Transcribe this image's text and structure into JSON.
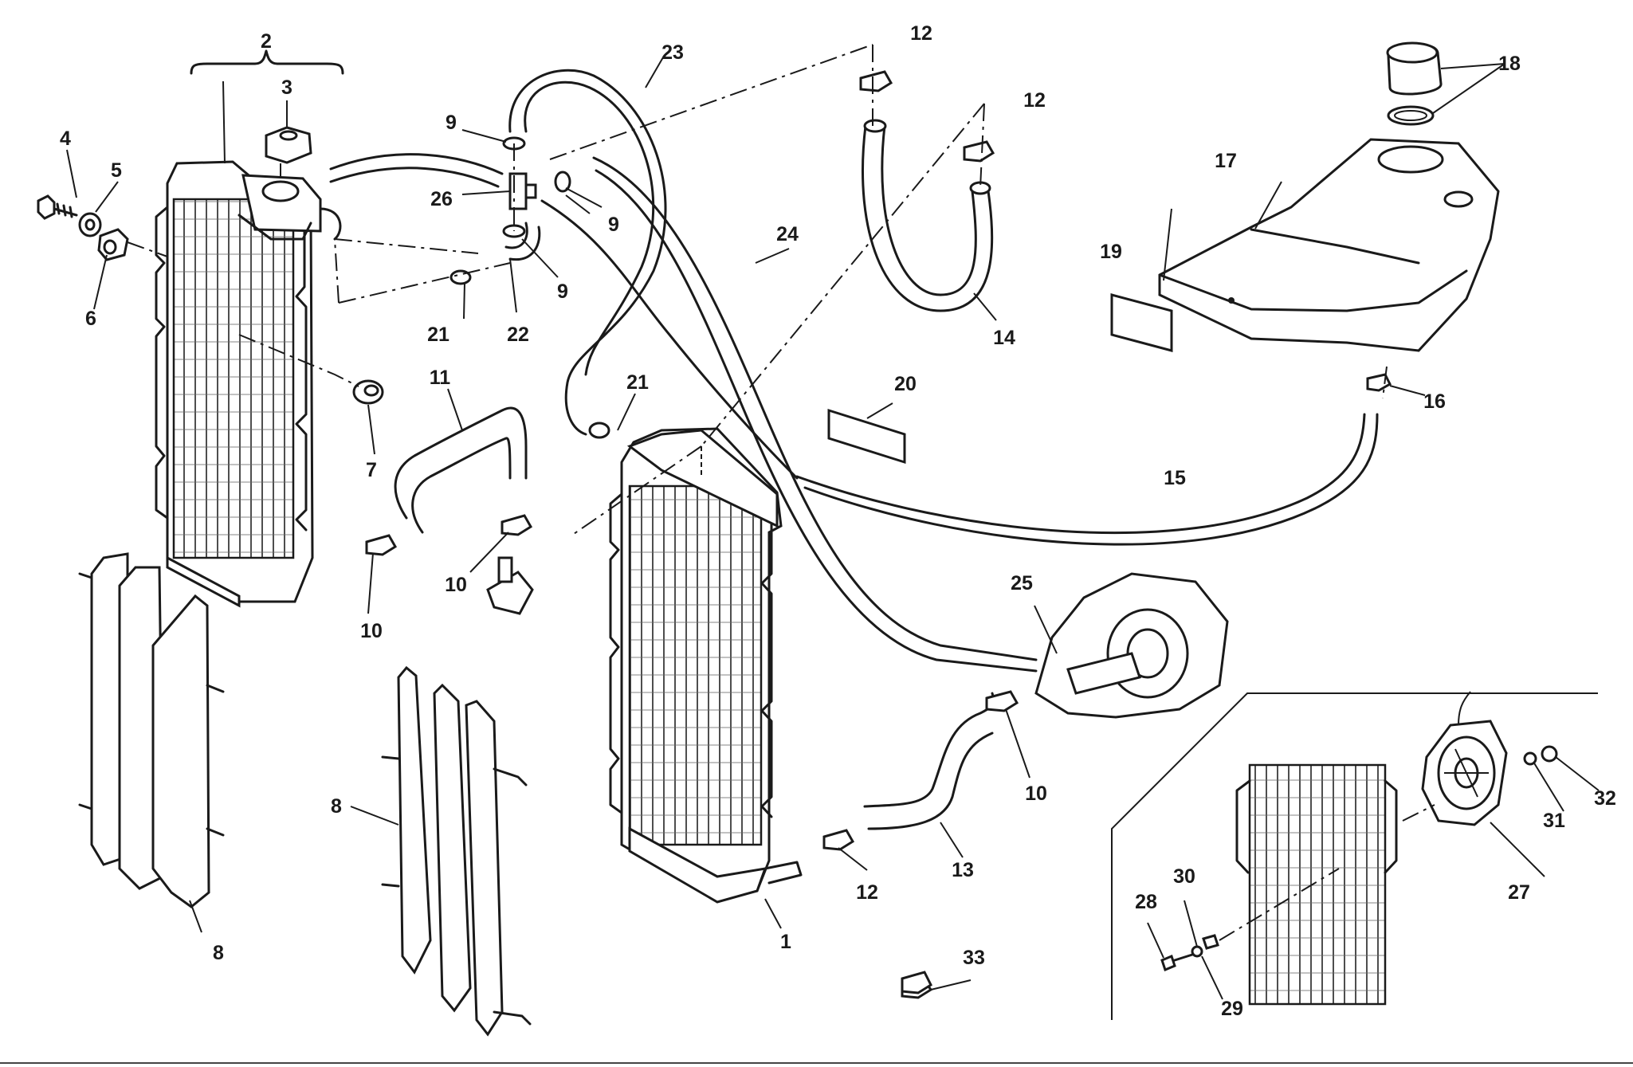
{
  "callouts": [
    {
      "id": "c1",
      "number": "1"
    },
    {
      "id": "c2",
      "number": "2"
    },
    {
      "id": "c3",
      "number": "3"
    },
    {
      "id": "c4",
      "number": "4"
    },
    {
      "id": "c5",
      "number": "5"
    },
    {
      "id": "c6",
      "number": "6"
    },
    {
      "id": "c7",
      "number": "7"
    },
    {
      "id": "c8a",
      "number": "8"
    },
    {
      "id": "c8b",
      "number": "8"
    },
    {
      "id": "c9a",
      "number": "9"
    },
    {
      "id": "c9b",
      "number": "9"
    },
    {
      "id": "c9c",
      "number": "9"
    },
    {
      "id": "c10a",
      "number": "10"
    },
    {
      "id": "c10b",
      "number": "10"
    },
    {
      "id": "c10c",
      "number": "10"
    },
    {
      "id": "c11",
      "number": "11"
    },
    {
      "id": "c12a",
      "number": "12"
    },
    {
      "id": "c12b",
      "number": "12"
    },
    {
      "id": "c12c",
      "number": "12"
    },
    {
      "id": "c13",
      "number": "13"
    },
    {
      "id": "c14",
      "number": "14"
    },
    {
      "id": "c15",
      "number": "15"
    },
    {
      "id": "c16",
      "number": "16"
    },
    {
      "id": "c17",
      "number": "17"
    },
    {
      "id": "c18",
      "number": "18"
    },
    {
      "id": "c19",
      "number": "19"
    },
    {
      "id": "c20",
      "number": "20"
    },
    {
      "id": "c21a",
      "number": "21"
    },
    {
      "id": "c21b",
      "number": "21"
    },
    {
      "id": "c22",
      "number": "22"
    },
    {
      "id": "c23",
      "number": "23"
    },
    {
      "id": "c24",
      "number": "24"
    },
    {
      "id": "c25",
      "number": "25"
    },
    {
      "id": "c26",
      "number": "26"
    },
    {
      "id": "c27",
      "number": "27"
    },
    {
      "id": "c28",
      "number": "28"
    },
    {
      "id": "c29",
      "number": "29"
    },
    {
      "id": "c30",
      "number": "30"
    },
    {
      "id": "c31",
      "number": "31"
    },
    {
      "id": "c32",
      "number": "32"
    },
    {
      "id": "c33",
      "number": "33"
    }
  ],
  "colors": {
    "line": "#1a1a1a",
    "background": "#ffffff"
  }
}
